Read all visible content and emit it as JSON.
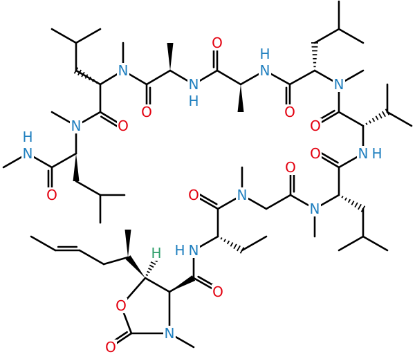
{
  "colors": {
    "bond": "#000000",
    "nitrogen": "#1f7fbf",
    "oxygen": "#e3000f",
    "stereo_h": "#2e9e6a"
  },
  "atoms": [
    {
      "label": "O",
      "element": "O"
    },
    {
      "label": "O",
      "element": "O"
    },
    {
      "label": "O",
      "element": "O"
    },
    {
      "label": "O",
      "element": "O"
    },
    {
      "label": "O",
      "element": "O"
    },
    {
      "label": "O",
      "element": "O"
    },
    {
      "label": "O",
      "element": "O"
    },
    {
      "label": "O",
      "element": "O"
    },
    {
      "label": "O",
      "element": "O"
    },
    {
      "label": "O",
      "element": "O"
    },
    {
      "label": "O",
      "element": "O"
    },
    {
      "label": "O",
      "element": "O"
    },
    {
      "label": "O",
      "element": "O"
    },
    {
      "label": "N",
      "element": "N"
    },
    {
      "label": "N",
      "element": "N"
    },
    {
      "label": "N",
      "element": "N"
    },
    {
      "label": "N",
      "element": "N"
    },
    {
      "label": "N",
      "element": "N"
    },
    {
      "label": "N",
      "element": "N"
    },
    {
      "label": "N",
      "element": "N"
    },
    {
      "label": "N",
      "element": "N"
    },
    {
      "label": "N",
      "element": "N"
    },
    {
      "label": "N",
      "element": "N"
    },
    {
      "label": "N",
      "element": "N"
    },
    {
      "label": "N",
      "element": "N"
    },
    {
      "label": "H",
      "element": "N"
    },
    {
      "label": "H",
      "element": "N"
    },
    {
      "label": "H",
      "element": "N"
    },
    {
      "label": "H",
      "element": "N"
    },
    {
      "label": "H",
      "element": "N"
    },
    {
      "label": "H",
      "element": "N"
    },
    {
      "label": "H",
      "element": "H"
    }
  ]
}
